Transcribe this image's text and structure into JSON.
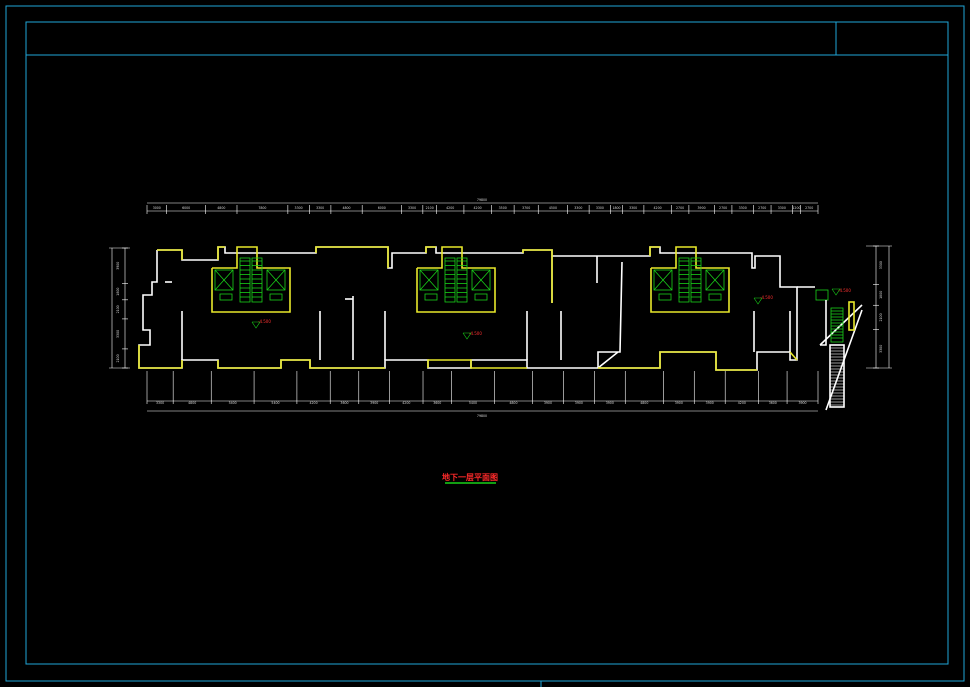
{
  "drawing": {
    "title": "地下一层平面图",
    "overall_dimension": "79800",
    "top_dimensions": [
      "3000",
      "6000",
      "4800",
      "7800",
      "3300",
      "3300",
      "4800",
      "6000",
      "3300",
      "2100",
      "4200",
      "4200",
      "3500",
      "3700",
      "4500",
      "3300",
      "3300",
      "1800",
      "3300",
      "4200",
      "2700",
      "3900",
      "2700",
      "3300",
      "2700",
      "3300",
      "1200",
      "2700"
    ],
    "bottom_dimensions": [
      "3300",
      "4800",
      "5400",
      "5400",
      "4200",
      "3600",
      "3900",
      "4200",
      "3600",
      "5400",
      "4800",
      "3900",
      "3900",
      "3900",
      "4800",
      "3900",
      "3900",
      "4200",
      "3600",
      "3900"
    ],
    "left_dimensions": [
      "3900",
      "1800",
      "2100",
      "3300",
      "2100"
    ],
    "right_dimensions": [
      "3300",
      "1800",
      "2100",
      "3300"
    ],
    "level_labels": [
      "-4.500",
      "-4.500",
      "-4.500",
      "-4.500"
    ]
  },
  "colors": {
    "frame": "#1fa6d8",
    "walls_white": "#ffffff",
    "walls_yellow": "#e8e82a",
    "core_green": "#19d119",
    "annotation_red": "#ff2a2a"
  }
}
